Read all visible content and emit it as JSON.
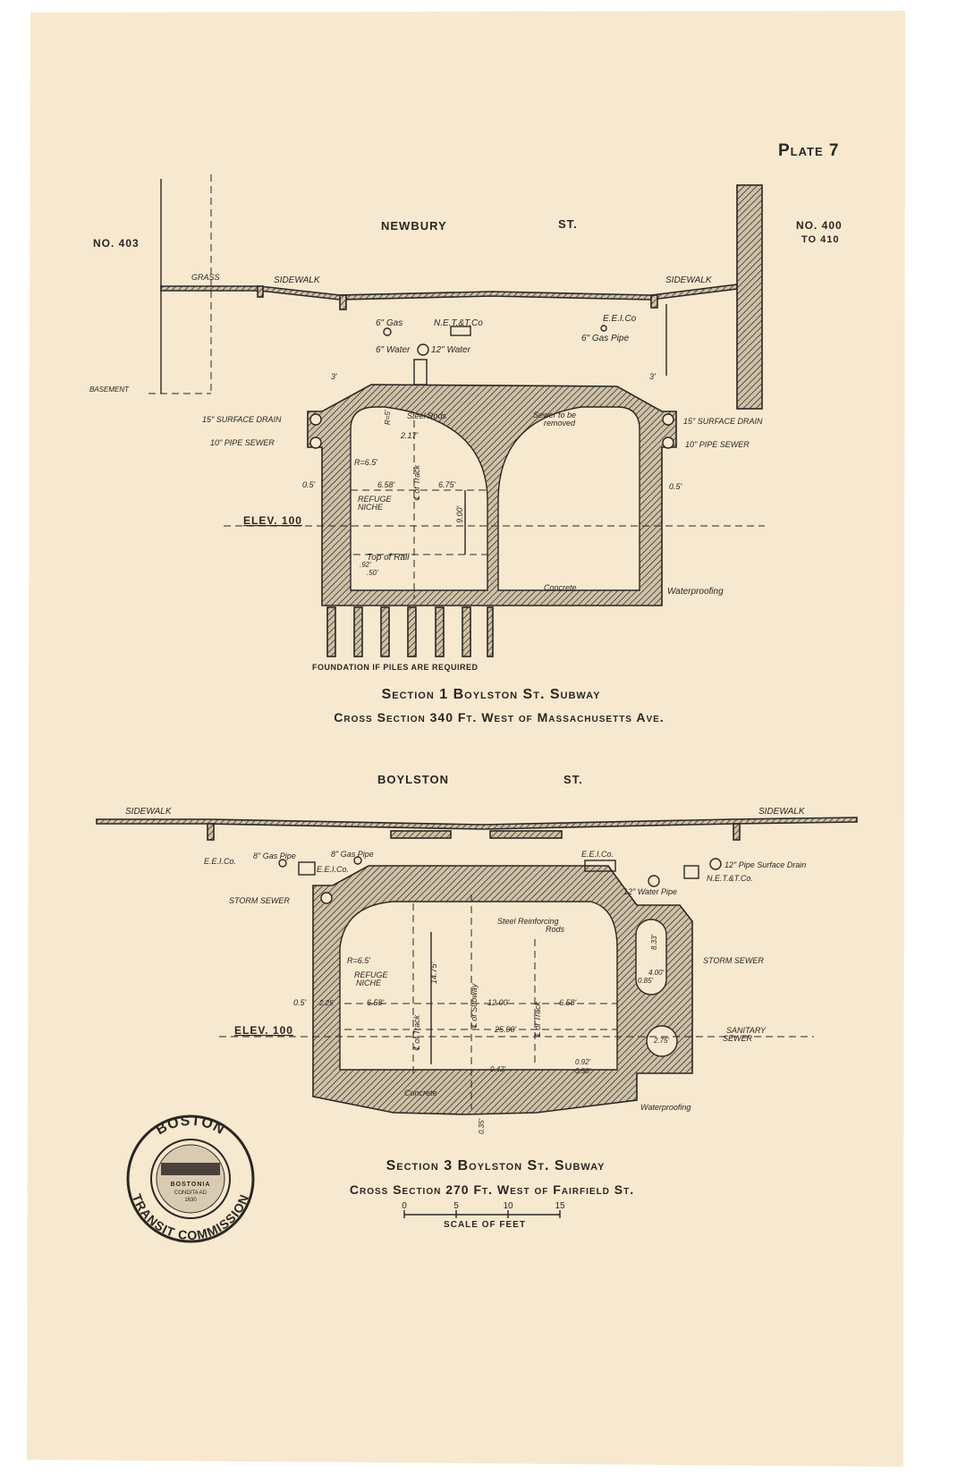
{
  "plate": "Plate 7",
  "section1": {
    "street": "Newbury",
    "street_suffix": "St.",
    "left_building": "No. 403",
    "right_building_line1": "No. 400",
    "right_building_line2": "to 410",
    "labels": {
      "grass": "Grass",
      "sidewalk_left": "Sidewalk",
      "sidewalk_right": "Sidewalk",
      "basement": "Basement",
      "gas6": "6\" Gas",
      "netco": "N.E.T.&T.Co",
      "water6": "6\" Water",
      "water12": "12\" Water",
      "eeico": "E.E.I.Co",
      "gaspipe6": "6\" Gas Pipe",
      "surface_drain_left": "15\" Surface Drain",
      "pipe_sewer_left": "10\" Pipe Sewer",
      "surface_drain_right": "15\" Surface Drain",
      "pipe_sewer_right": "10\" Pipe Sewer",
      "steel_rods": "Steel Rods",
      "sewer_removed_1": "Sewer to be",
      "sewer_removed_2": "removed",
      "refuge_1": "Refuge",
      "refuge_2": "Niche",
      "track": "℄ of Track",
      "top_of_rail": "Top   of   Rail",
      "concrete": "Concrete",
      "waterproofing": "Waterproofing",
      "elev": "Elev. 100",
      "foundation": "Foundation if Piles are Required",
      "dim_3_left": "3'",
      "dim_3_right": "3'",
      "dim_r65": "R=6.5'",
      "dim_r5": "R=5'",
      "dim_217": "2.17'",
      "dim_658": "6.58'",
      "dim_675": "6.75'",
      "dim_900": "9.00'",
      "dim_05_left": "0.5'",
      "dim_05_right": "0.5'",
      "dim_92": ".92'",
      "dim_50": ".50'"
    },
    "title": "Section 1 Boylston St. Subway",
    "subtitle": "Cross Section 340 Ft. West of Massachusetts Ave."
  },
  "section3": {
    "street": "Boylston",
    "street_suffix": "St.",
    "labels": {
      "sidewalk_left": "Sidewalk",
      "sidewalk_right": "Sidewalk",
      "eeico_1": "E.E.I.Co.",
      "gaspipe8_1": "8\" Gas Pipe",
      "gaspipe8_2": "8\" Gas Pipe",
      "eeico_2": "E.E.I.Co.",
      "eeico_3": "E.E.I.Co.",
      "water12": "12\" Water Pipe",
      "surface_drain": "12\" Pipe Surface Drain",
      "netco": "N.E.T.&T.Co.",
      "storm_sewer_left": "Storm Sewer",
      "storm_sewer_right": "Storm Sewer",
      "sanitary_1": "Sanitary",
      "sanitary_2": "Sewer",
      "steel_1": "Steel Reinforcing",
      "steel_2": "Rods",
      "refuge_1": "Refuge",
      "refuge_2": "Niche",
      "track_left": "℄ of Track",
      "subway": "℄ of Subway",
      "track_right": "℄ of Track",
      "concrete": "Concrete",
      "waterproofing": "Waterproofing",
      "elev": "Elev. 100",
      "dim_r65": "R=6.5'",
      "dim_1475": "14.75'",
      "dim_658_left": "6.58'",
      "dim_1200": "12.00'",
      "dim_658_right": "6.58'",
      "dim_2500": "25.00'",
      "dim_05": "0.5'",
      "dim_225": "2.25'",
      "dim_275": "2.75'",
      "dim_400": "4.00'",
      "dim_833": "8.33'",
      "dim_085": "0.85'",
      "dim_042": "0.42'",
      "dim_092": "0.92'",
      "dim_050": "0.50'",
      "dim_035": "0.35'"
    },
    "title": "Section 3 Boylston St. Subway",
    "subtitle": "Cross Section 270 Ft. West of Fairfield St."
  },
  "scale": {
    "ticks": [
      "0",
      "5",
      "10",
      "15"
    ],
    "label": "Scale of Feet"
  },
  "seal": {
    "ring_top": "Boston",
    "ring_bottom": "Transit Commission",
    "center_1": "Bostonia",
    "center_2": "Condita AD",
    "center_3": "1630"
  },
  "colors": {
    "paper": "#f7e9cf",
    "ink": "#2a2622"
  }
}
